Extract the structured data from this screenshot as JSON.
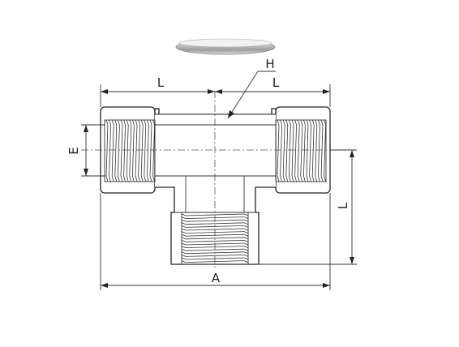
{
  "labels": {
    "h": "H",
    "l_left": "L",
    "l_right": "L",
    "l_side": "L",
    "e": "E",
    "a": "A"
  }
}
